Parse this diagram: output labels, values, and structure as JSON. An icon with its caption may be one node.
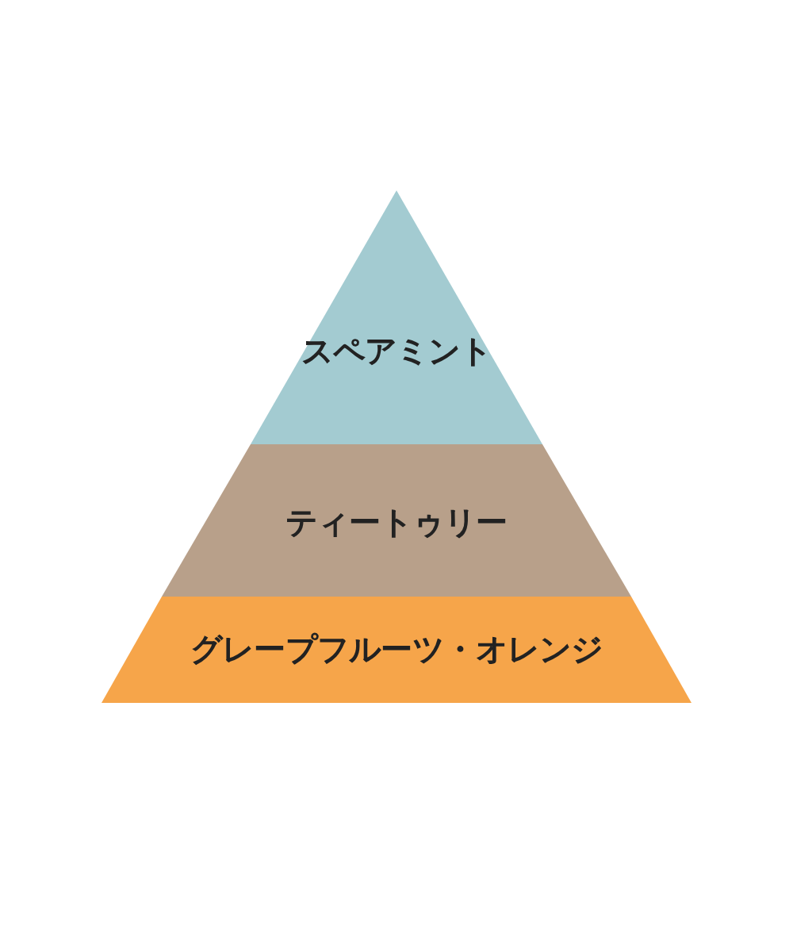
{
  "diagram": {
    "nodes": [
      {
        "text": [
          "スペアミント"
        ]
      },
      {
        "text": [
          "ティートゥリー"
        ]
      },
      {
        "text": [
          "グレープフルーツ・オレンジ"
        ]
      }
    ]
  }
}
